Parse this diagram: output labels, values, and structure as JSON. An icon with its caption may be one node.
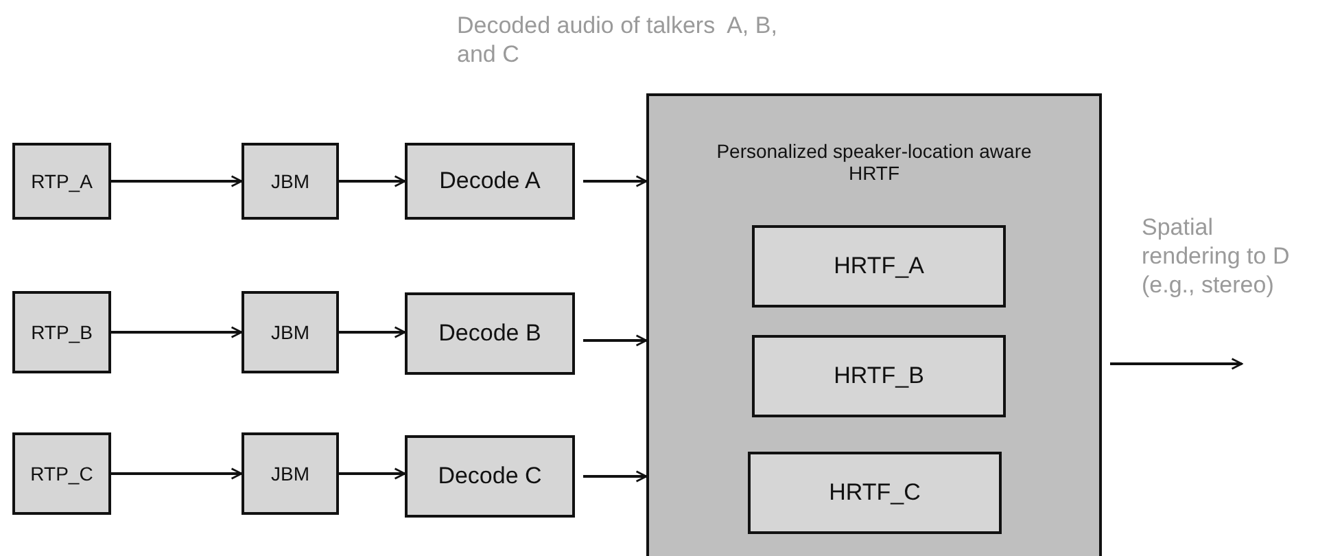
{
  "diagram": {
    "nodes": [
      {
        "text": [
          "RTP_A"
        ]
      },
      {
        "text": [
          "JBM"
        ]
      },
      {
        "text": [
          "Decode A"
        ]
      },
      {
        "text": [
          "RTP_B"
        ]
      },
      {
        "text": [
          "JBM"
        ]
      },
      {
        "text": [
          "Decode B"
        ]
      },
      {
        "text": [
          "RTP_C"
        ]
      },
      {
        "text": [
          "JBM"
        ]
      },
      {
        "text": [
          "Decode C"
        ]
      },
      {
        "text": [
          "Personalized speaker-location aware HRTF"
        ]
      },
      {
        "text": [
          "HRTF_A"
        ],
        "in": 9
      },
      {
        "text": [
          "HRTF_B"
        ],
        "in": 9
      },
      {
        "text": [
          "HRTF_C"
        ],
        "in": 9
      }
    ],
    "edges": [
      {
        "from": 0,
        "to": 1,
        "arrow": "to"
      },
      {
        "from": 1,
        "to": 2,
        "arrow": "to"
      },
      {
        "from": 2,
        "to": 9,
        "arrow": "to"
      },
      {
        "from": 3,
        "to": 4,
        "arrow": "to"
      },
      {
        "from": 4,
        "to": 5,
        "arrow": "to"
      },
      {
        "from": 5,
        "to": 9,
        "arrow": "to"
      },
      {
        "from": 6,
        "to": 7,
        "arrow": "to"
      },
      {
        "from": 7,
        "to": 8,
        "arrow": "to"
      },
      {
        "from": 8,
        "to": 9,
        "arrow": "to"
      },
      {
        "from": 9,
        "to": null,
        "arrow": "to"
      }
    ],
    "labels": [
      "Decoded audio of talkers  A, B, and C",
      "Spatial rendering to D (e.g., stereo)"
    ]
  }
}
